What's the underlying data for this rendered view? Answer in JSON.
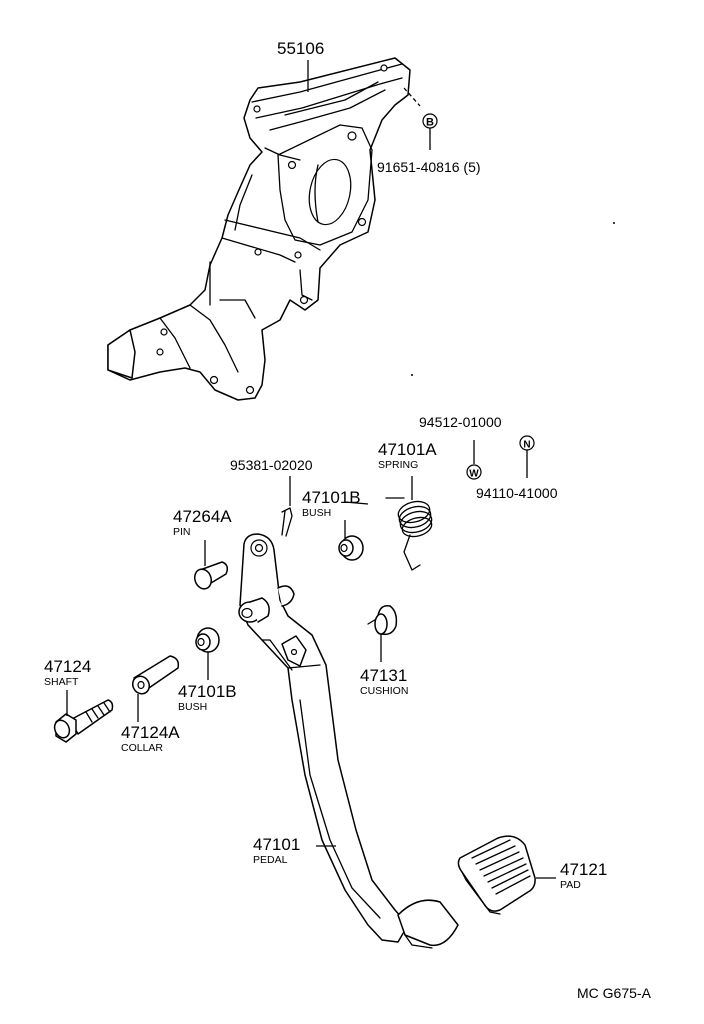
{
  "parts": {
    "bracket": {
      "number": "55106"
    },
    "bolt": {
      "number": "91651-40816 (5)",
      "symbol": "B"
    },
    "nut": {
      "number": "94110-41000",
      "symbol": "N"
    },
    "washer": {
      "number": "94512-01000",
      "symbol": "W"
    },
    "cotter_pin": {
      "number": "95381-02020"
    },
    "spring": {
      "number": "47101A",
      "name": "SPRING"
    },
    "bush_upper": {
      "number": "47101B",
      "name": "BUSH"
    },
    "pin": {
      "number": "47264A",
      "name": "PIN"
    },
    "shaft": {
      "number": "47124",
      "name": "SHAFT"
    },
    "collar": {
      "number": "47124A",
      "name": "COLLAR"
    },
    "bush_lower": {
      "number": "47101B",
      "name": "BUSH"
    },
    "cushion": {
      "number": "47131",
      "name": "CUSHION"
    },
    "pedal": {
      "number": "47101",
      "name": "PEDAL"
    },
    "pad": {
      "number": "47121",
      "name": "PAD"
    }
  },
  "diagram_code": "MC G675-A"
}
